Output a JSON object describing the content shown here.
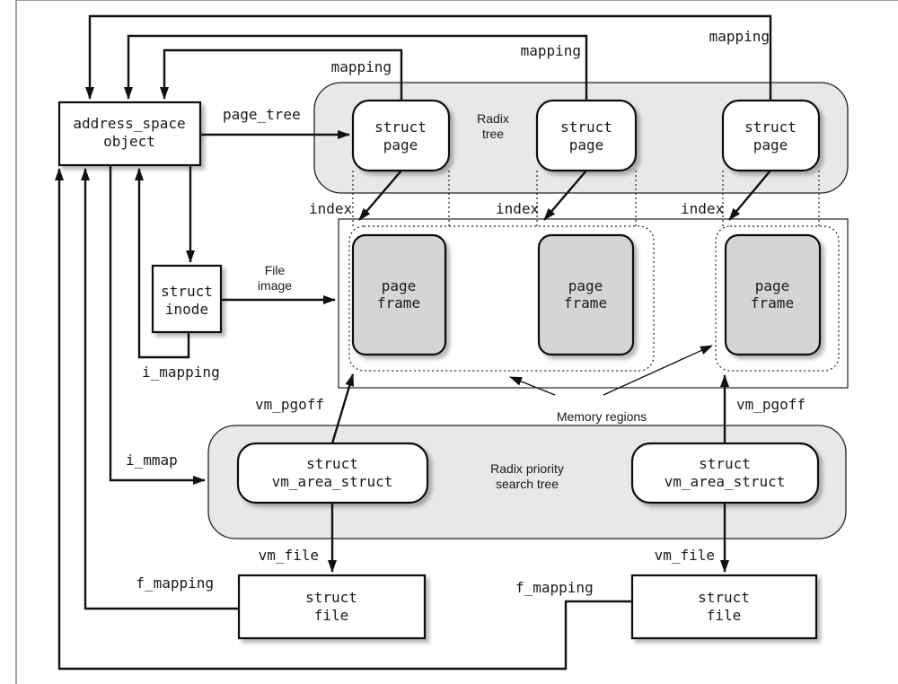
{
  "nodes": {
    "address_space": [
      "address_space",
      "object"
    ],
    "inode": [
      "struct",
      "inode"
    ],
    "page_1": [
      "struct",
      "page"
    ],
    "page_2": [
      "struct",
      "page"
    ],
    "page_3": [
      "struct",
      "page"
    ],
    "frame_1": [
      "page",
      "frame"
    ],
    "frame_2": [
      "page",
      "frame"
    ],
    "frame_3": [
      "page",
      "frame"
    ],
    "vma_1": [
      "struct",
      "vm_area_struct"
    ],
    "vma_2": [
      "struct",
      "vm_area_struct"
    ],
    "file_1": [
      "struct",
      "file"
    ],
    "file_2": [
      "struct",
      "file"
    ]
  },
  "regions": {
    "radix_tree": [
      "Radix",
      "tree"
    ],
    "file_image": [
      "File",
      "image"
    ],
    "priority_tree": [
      "Radix priority",
      "search tree"
    ],
    "memory_regions": "Memory regions"
  },
  "edges": {
    "mapping": "mapping",
    "page_tree": "page_tree",
    "index": "index",
    "i_mapping": "i_mapping",
    "i_mmap": "i_mmap",
    "vm_pgoff": "vm_pgoff",
    "vm_file": "vm_file",
    "f_mapping": "f_mapping"
  },
  "colors": {
    "region_fill": "#e8e8e8",
    "frame_fill": "#d5d5d5",
    "line": "#111111"
  }
}
